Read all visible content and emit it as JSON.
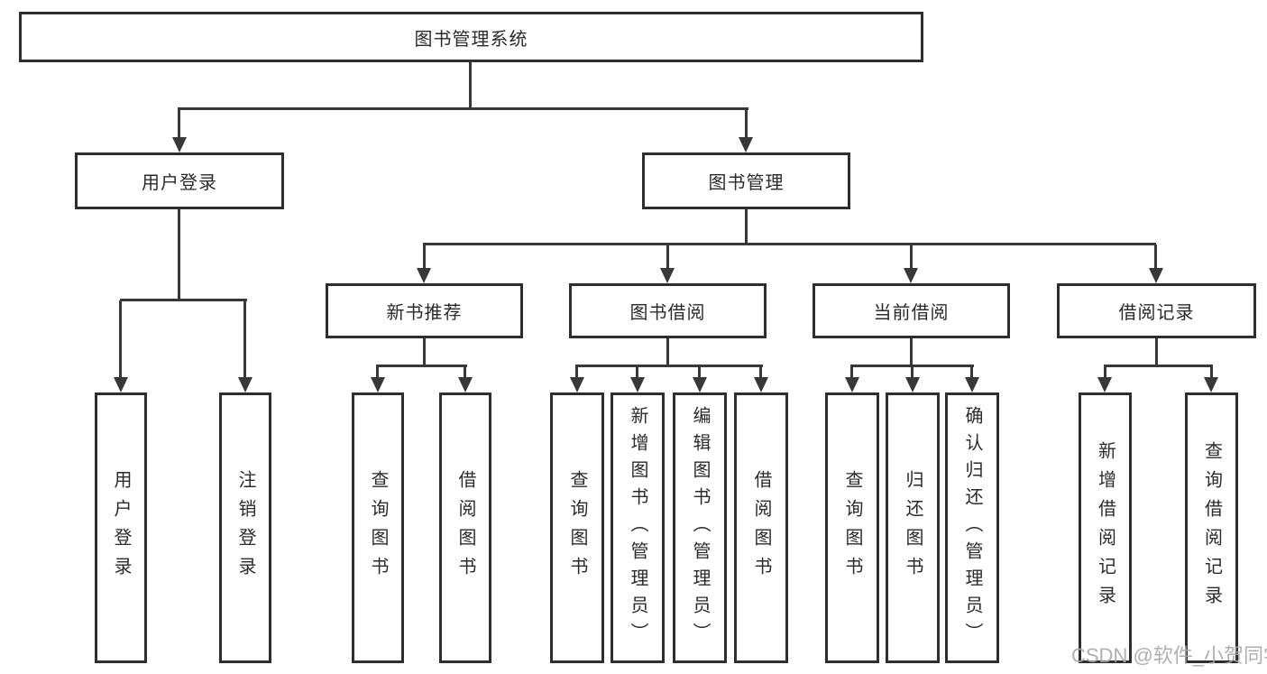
{
  "tree": {
    "label": "图书管理系统",
    "children": [
      {
        "label": "用户登录",
        "children": [
          {
            "label": "用户登录"
          },
          {
            "label": "注销登录"
          }
        ]
      },
      {
        "label": "图书管理",
        "children": [
          {
            "label": "新书推荐",
            "children": [
              {
                "label": "查询图书"
              },
              {
                "label": "借阅图书"
              }
            ]
          },
          {
            "label": "图书借阅",
            "children": [
              {
                "label": "查询图书"
              },
              {
                "label": "新增图书（管理员）"
              },
              {
                "label": "编辑图书（管理员）"
              },
              {
                "label": "借阅图书"
              }
            ]
          },
          {
            "label": "当前借阅",
            "children": [
              {
                "label": "查询图书"
              },
              {
                "label": "归还图书"
              },
              {
                "label": "确认归还（管理员）"
              }
            ]
          },
          {
            "label": "借阅记录",
            "children": [
              {
                "label": "新增借阅记录"
              },
              {
                "label": "查询借阅记录"
              }
            ]
          }
        ]
      }
    ]
  },
  "watermark": "CSDN @软件_小贺同学",
  "colors": {
    "background": "#ffffff",
    "box_border": "#2e2e2e",
    "connector_line": "#383838",
    "text": "#2b2b2b",
    "watermark": "#a8a8a8"
  }
}
